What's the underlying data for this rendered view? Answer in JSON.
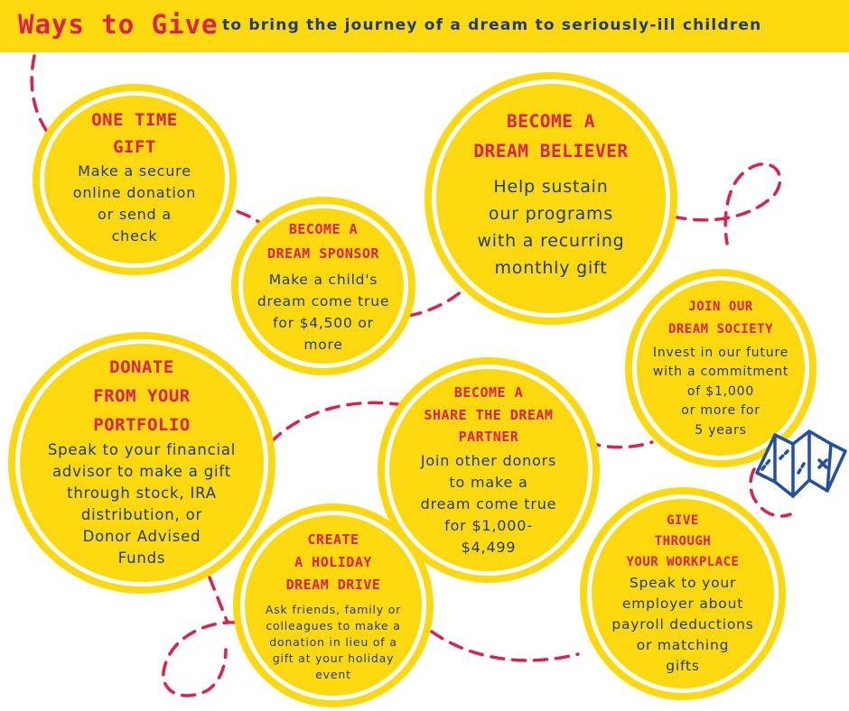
{
  "header": {
    "title": "Ways to Give",
    "subtitle": "to bring the journey of a dream to seriously-ill children"
  },
  "circles": [
    {
      "title": "ONE TIME\nGIFT",
      "desc": "Make a secure\nonline donation\nor send a\ncheck"
    },
    {
      "title": "BECOME A\nDREAM SPONSOR",
      "desc": "Make a child's\ndream come true\nfor $4,500 or\nmore"
    },
    {
      "title": "BECOME A\nDREAM BELIEVER",
      "desc": "Help sustain\nour programs\nwith a recurring\nmonthly gift"
    },
    {
      "title": "JOIN OUR\nDREAM SOCIETY",
      "desc": "Invest in our future\nwith a commitment\nof $1,000\nor more for\n5 years"
    },
    {
      "title": "DONATE\nFROM YOUR\nPORTFOLIO",
      "desc": "Speak to your financial\nadvisor to make a gift\nthrough stock, IRA\ndistribution, or\nDonor Advised\nFunds"
    },
    {
      "title": "BECOME A\nSHARE THE DREAM\nPARTNER",
      "desc": "Join other donors\nto make a\ndream come true\nfor $1,000-\n$4,499"
    },
    {
      "title": "CREATE\nA HOLIDAY\nDREAM DRIVE",
      "desc": "Ask friends, family or\ncolleagues to make a\ndonation in lieu of a\ngift at your holiday\nevent"
    },
    {
      "title": "GIVE\nTHROUGH\nYOUR WORKPLACE",
      "desc": "Speak to your\nemployer about\npayroll deductions\nor matching\ngifts"
    }
  ],
  "colors": {
    "accent_red": "#e01f4c",
    "navy": "#1f3b7a",
    "yellow": "#fcd90f"
  },
  "icons": [
    "map-icon"
  ]
}
